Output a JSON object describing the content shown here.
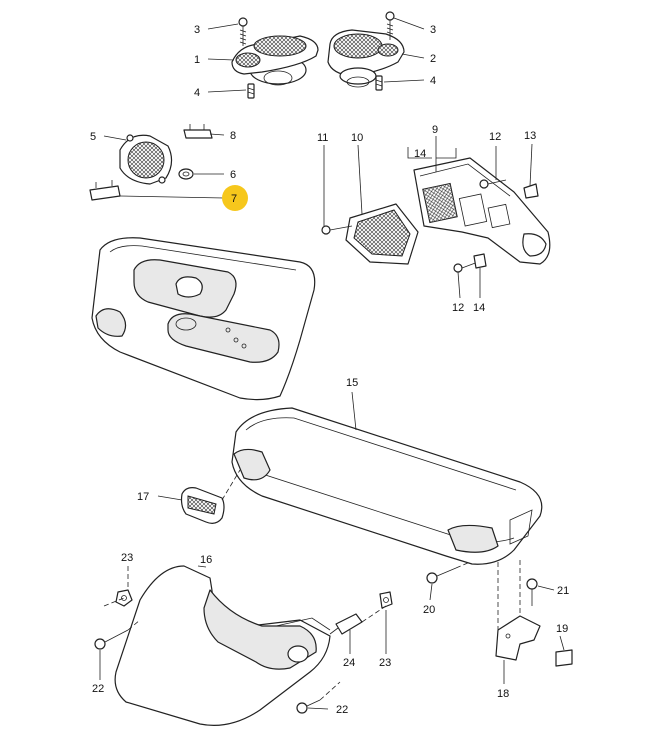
{
  "callouts": [
    {
      "id": "c3a",
      "text": "3"
    },
    {
      "id": "c1",
      "text": "1"
    },
    {
      "id": "c4a",
      "text": "4"
    },
    {
      "id": "c3b",
      "text": "3"
    },
    {
      "id": "c2",
      "text": "2"
    },
    {
      "id": "c4b",
      "text": "4"
    },
    {
      "id": "c5",
      "text": "5"
    },
    {
      "id": "c8",
      "text": "8"
    },
    {
      "id": "c6",
      "text": "6"
    },
    {
      "id": "c7",
      "text": "7"
    },
    {
      "id": "c11",
      "text": "11"
    },
    {
      "id": "c10",
      "text": "10"
    },
    {
      "id": "c9",
      "text": "9"
    },
    {
      "id": "c14a",
      "text": "14"
    },
    {
      "id": "c12a",
      "text": "12"
    },
    {
      "id": "c13",
      "text": "13"
    },
    {
      "id": "c12b",
      "text": "12"
    },
    {
      "id": "c14b",
      "text": "14"
    },
    {
      "id": "c15",
      "text": "15"
    },
    {
      "id": "c17",
      "text": "17"
    },
    {
      "id": "c16",
      "text": "16"
    },
    {
      "id": "c23a",
      "text": "23"
    },
    {
      "id": "c22a",
      "text": "22"
    },
    {
      "id": "c24",
      "text": "24"
    },
    {
      "id": "c23b",
      "text": "23"
    },
    {
      "id": "c22b",
      "text": "22"
    },
    {
      "id": "c20",
      "text": "20"
    },
    {
      "id": "c21",
      "text": "21"
    },
    {
      "id": "c19",
      "text": "19"
    },
    {
      "id": "c18",
      "text": "18"
    }
  ],
  "highlight": {
    "callout": "7",
    "color": "#f6c71c"
  }
}
